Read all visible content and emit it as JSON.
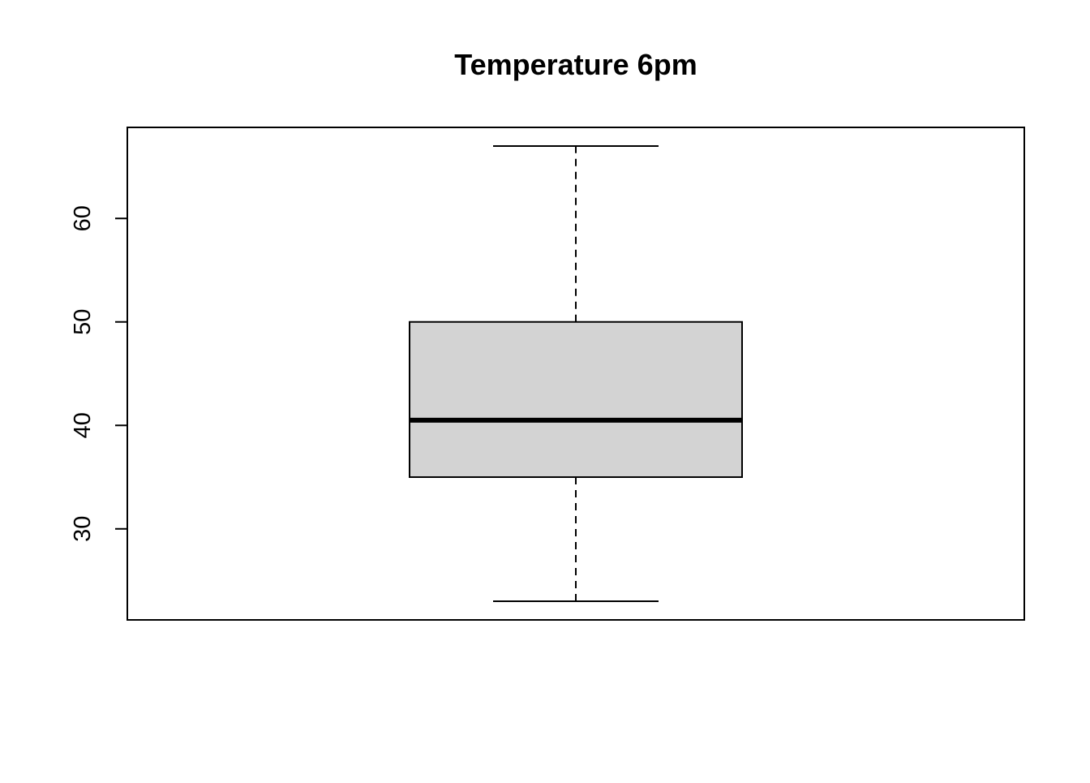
{
  "chart_data": {
    "type": "boxplot",
    "title": "Temperature 6pm",
    "xlabel": "",
    "ylabel": "",
    "ylim": [
      21.2,
      68.8
    ],
    "yticks": [
      30,
      40,
      50,
      60
    ],
    "ytick_labels": [
      "30",
      "40",
      "50",
      "60"
    ],
    "grid": false,
    "box": {
      "min": 23,
      "q1": 35,
      "median": 40.5,
      "q3": 50,
      "max": 67
    },
    "colors": {
      "box_fill": "#d3d3d3",
      "stroke": "#000000"
    }
  }
}
